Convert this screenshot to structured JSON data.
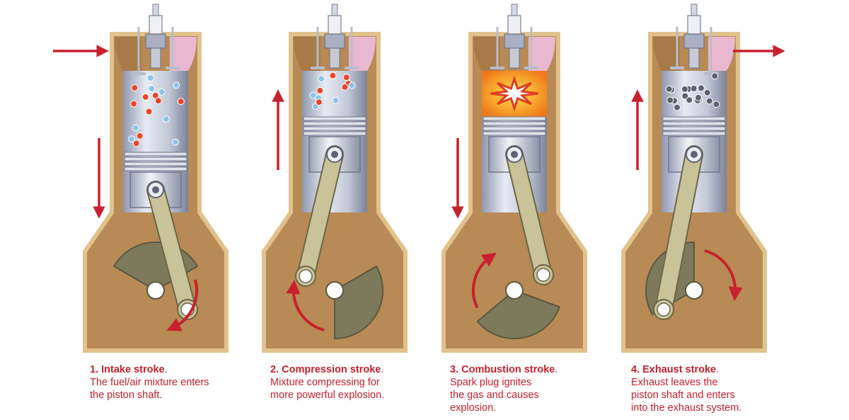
{
  "colors": {
    "accent": "#c8202e",
    "case_fill": "#b88a55",
    "case_edge": "#e2c28c",
    "crank": "#7d7a5c",
    "rod": "#c9c39a",
    "cylinder": "#c7cedb",
    "combustion": "#f79a2a"
  },
  "strokes": [
    {
      "title": "1. Intake stroke",
      "title_suffix": ".",
      "description": "The fuel/air mixture enters\nthe piston shaft.",
      "piston_position": "bottom",
      "piston_motion": "down",
      "valves": "intake-open",
      "chamber": "fuel-air-mixture"
    },
    {
      "title": "2. Compression stroke",
      "title_suffix": ".",
      "description": "Mixture compressing for\nmore powerful explosion.",
      "piston_position": "top",
      "piston_motion": "up",
      "valves": "closed",
      "chamber": "compressed-mixture"
    },
    {
      "title": "3. Combustion stroke",
      "title_suffix": ".",
      "description": "Spark plug ignites\nthe gas and causes\nexplosion.",
      "piston_position": "top",
      "piston_motion": "down",
      "valves": "closed",
      "chamber": "explosion"
    },
    {
      "title": "4. Exhaust stroke",
      "title_suffix": ".",
      "description": "Exhaust leaves the\npiston shaft and enters\ninto the exhaust system.",
      "piston_position": "top",
      "piston_motion": "up",
      "valves": "exhaust-open",
      "chamber": "exhaust-gas"
    }
  ]
}
